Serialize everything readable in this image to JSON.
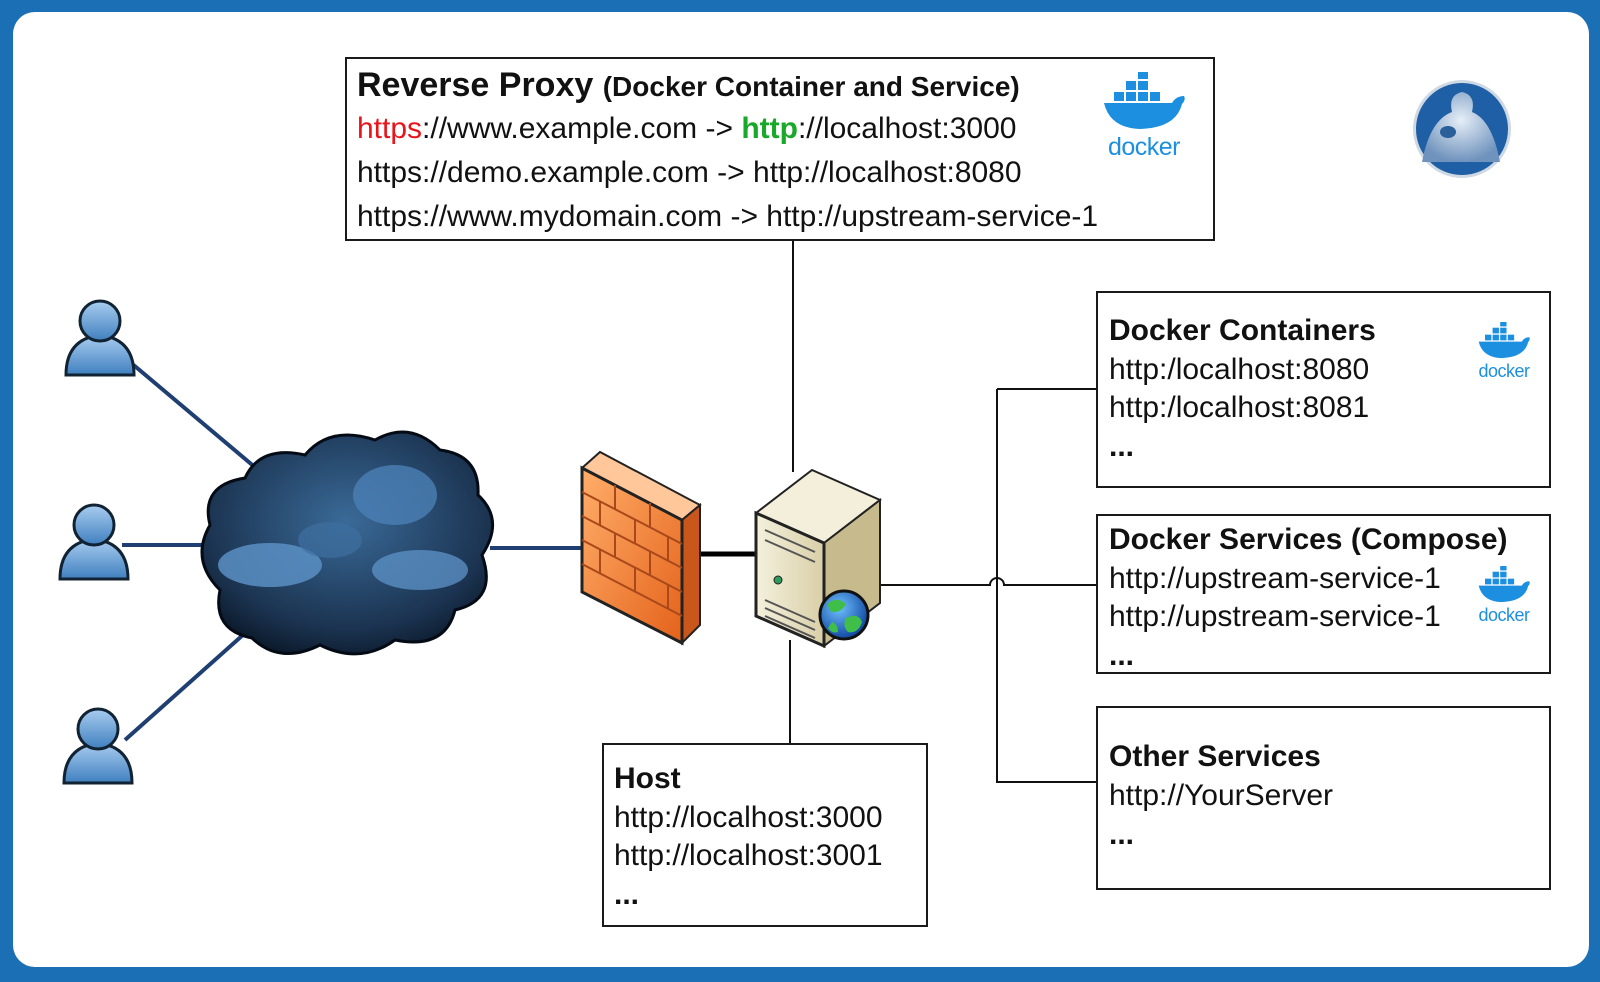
{
  "reverse_proxy": {
    "title": "Reverse Proxy",
    "subtitle": "(Docker Container and Service)",
    "rows": [
      {
        "scheme_left": "https",
        "rest_left": "://www.example.com -> ",
        "scheme_right": "http",
        "rest_right": "://localhost:3000"
      },
      {
        "text": "https://demo.example.com -> http://localhost:8080"
      },
      {
        "text": "https://www.mydomain.com -> http://upstream-service-1"
      }
    ],
    "logo_text": "docker"
  },
  "docker_containers": {
    "title": "Docker Containers",
    "lines": [
      "http:/localhost:8080",
      "http:/localhost:8081"
    ],
    "ellipsis": "...",
    "logo_text": "docker"
  },
  "docker_services": {
    "title": "Docker Services (Compose)",
    "lines": [
      "http://upstream-service-1",
      "http://upstream-service-1"
    ],
    "ellipsis": "...",
    "logo_text": "docker"
  },
  "other_services": {
    "title": "Other Services",
    "lines": [
      "http://YourServer"
    ],
    "ellipsis": "..."
  },
  "host": {
    "title": "Host",
    "lines": [
      "http://localhost:3000",
      "http://localhost:3001"
    ],
    "ellipsis": "..."
  },
  "colors": {
    "frame": "#1a6fb5",
    "https_red": "#e8141b",
    "http_green": "#19a82a",
    "docker_blue": "#1d8fe0",
    "firewall": "#f07a2a",
    "user_blue": "#6fa8dc",
    "cloud_dark": "#1f3a5a",
    "link_line": "#1f3f73"
  },
  "icons": [
    "user-icon",
    "cloud-icon",
    "firewall-icon",
    "server-icon",
    "globe-icon",
    "docker-whale-icon",
    "avatar-icon"
  ]
}
